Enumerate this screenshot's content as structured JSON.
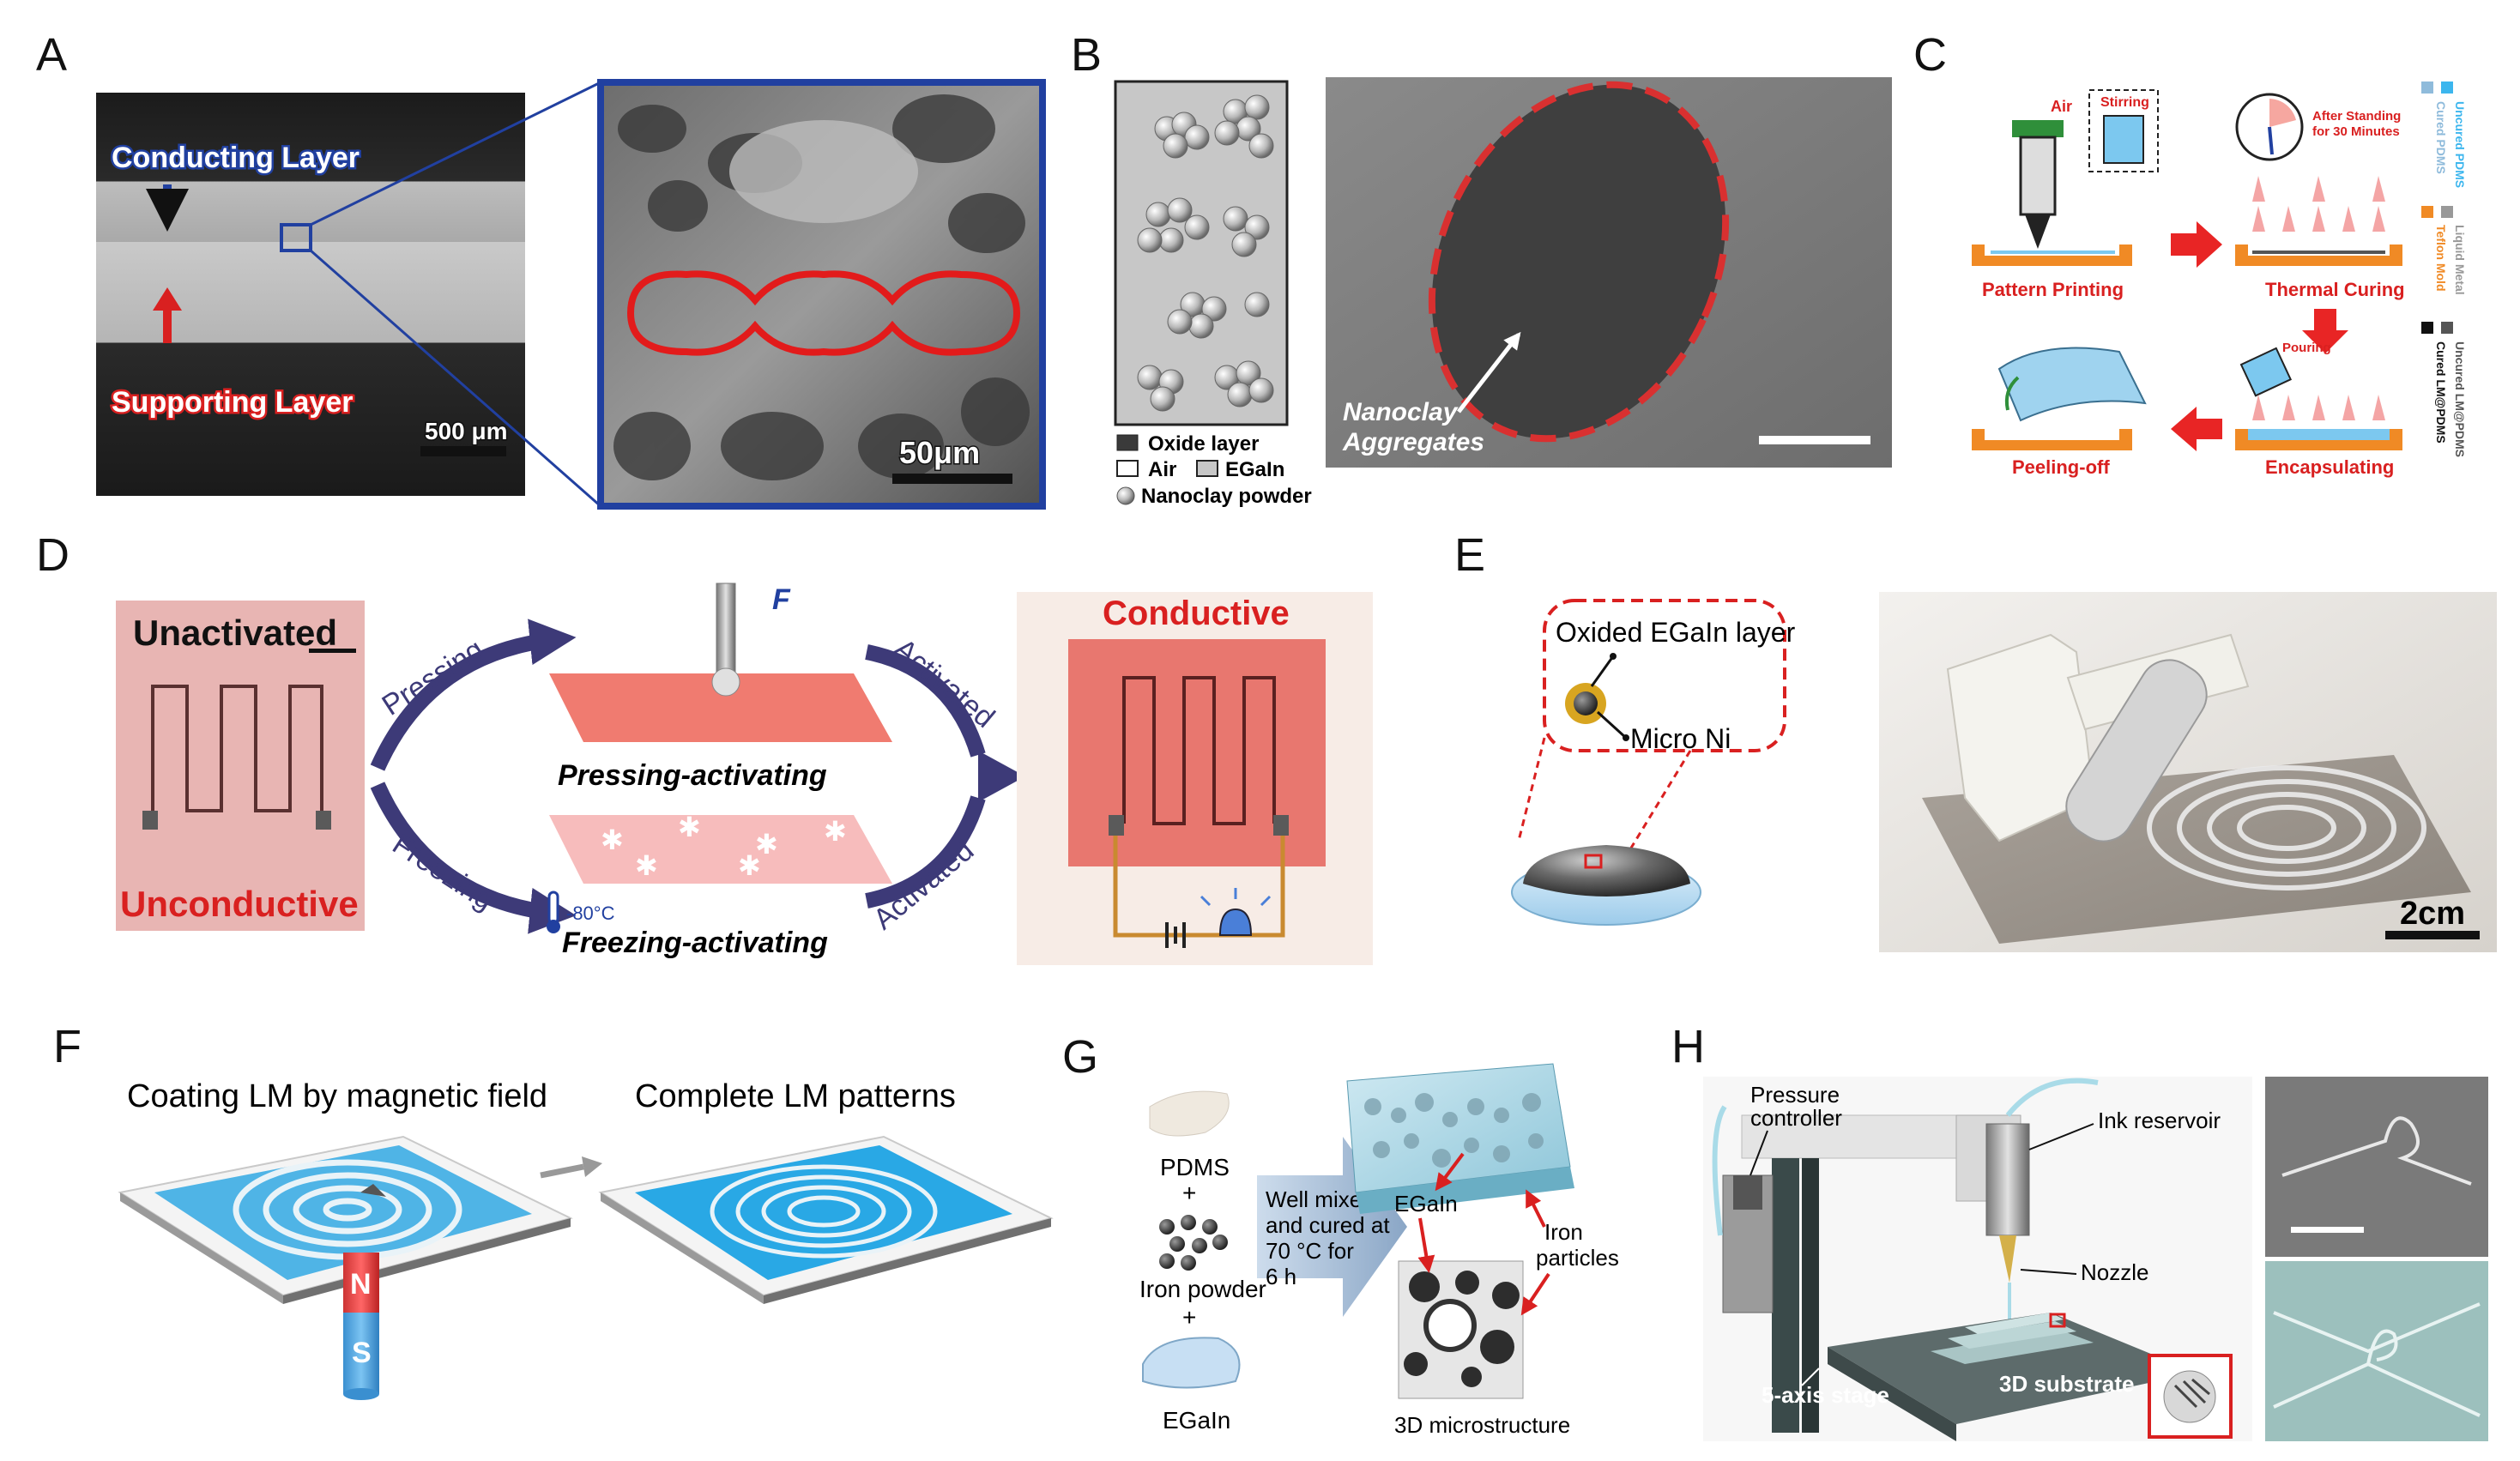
{
  "figure": {
    "panels": {
      "a": {
        "label": "A",
        "conducting_layer": "Conducting Layer",
        "supporting_layer": "Supporting Layer",
        "scale_left": "500 μm",
        "scale_right": "50μm"
      },
      "b": {
        "label": "B",
        "legend": [
          "Oxide layer",
          "Air",
          "EGaIn",
          "Nanoclay powder"
        ],
        "annotation_line1": "Nanoclay",
        "annotation_line2": "Aggregates"
      },
      "c": {
        "label": "C",
        "air": "Air",
        "stirring": "Stirring",
        "after_standing_1": "After Standing",
        "after_standing_2": "for 30 Minutes",
        "pouring": "Pouring",
        "steps": [
          "Pattern Printing",
          "Thermal Curing",
          "Peeling-off",
          "Encapsulating"
        ],
        "legend": [
          "Uncured PDMS",
          "Cured PDMS",
          "Liquid Metal",
          "Teflon Mold",
          "Uncured LM@PDMS",
          "Cured LM@PDMS"
        ]
      },
      "d": {
        "label": "D",
        "unactivated": "Unactivated",
        "unconductive": "Unconductive",
        "pressing": "Pressing",
        "freezing": "Freezing",
        "force": "F",
        "pressing_activating": "Pressing-activating",
        "freezing_activating": "Freezing-activating",
        "temperature": "-80°C",
        "activated_top": "Activated",
        "activated_bottom": "Activated",
        "conductive": "Conductive"
      },
      "e": {
        "label": "E",
        "oxided_layer": "Oxided EGaIn layer",
        "micro_ni": "Micro Ni",
        "scale": "2cm"
      },
      "f": {
        "label": "F",
        "title_left": "Coating LM by magnetic field",
        "title_right": "Complete LM patterns",
        "magnet_n": "N",
        "magnet_s": "S"
      },
      "g": {
        "label": "G",
        "pdms": "PDMS",
        "plus1": "+",
        "iron_powder": "Iron powder",
        "plus2": "+",
        "egain": "EGaIn",
        "process": [
          "Well mixed",
          "and cured at",
          "70 °C for",
          "6 h"
        ],
        "egain_arrow": "EGaIn",
        "iron_particles_1": "Iron",
        "iron_particles_2": "particles",
        "microstructure": "3D microstructure"
      },
      "h": {
        "label": "H",
        "pressure_1": "Pressure",
        "pressure_2": "controller",
        "ink_reservoir": "Ink reservoir",
        "nozzle": "Nozzle",
        "stage": "5-axis stage",
        "substrate": "3D substrate"
      }
    }
  }
}
